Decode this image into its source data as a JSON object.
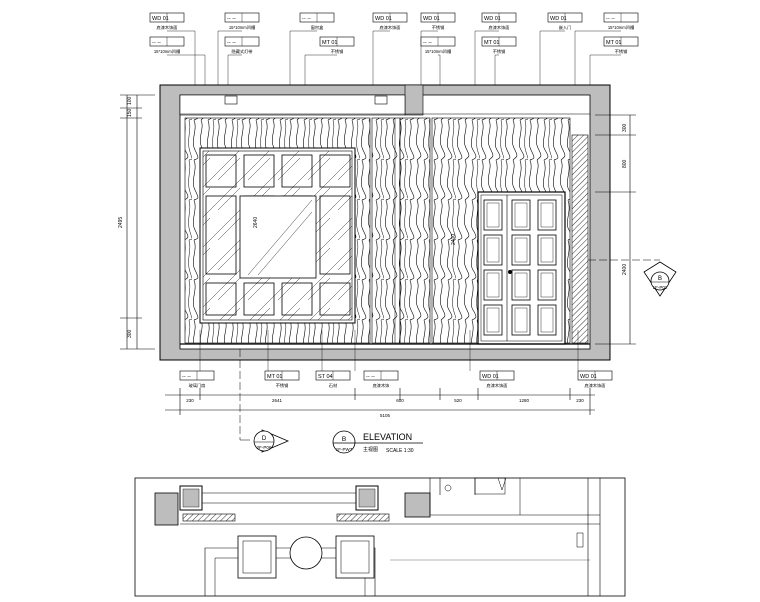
{
  "top_tags": [
    {
      "code": "WD 01",
      "desc": "底漆木饰面"
    },
    {
      "code": "-- --",
      "desc": "15*10mm凹槽"
    },
    {
      "code": "-- --",
      "desc": "15*10mm凹槽"
    },
    {
      "code": "-- --",
      "desc": "隐藏式灯带"
    },
    {
      "code": "-- --",
      "desc": "窗帘盒"
    },
    {
      "code": "MT 01",
      "desc": "不锈钢"
    },
    {
      "code": "WD 01",
      "desc": "底漆木饰面"
    },
    {
      "code": "WD 01",
      "desc": "不锈钢"
    },
    {
      "code": "-- --",
      "desc": "15*10mm凹槽"
    },
    {
      "code": "WD 01",
      "desc": "底漆木饰面"
    },
    {
      "code": "MT 01",
      "desc": "不锈钢"
    },
    {
      "code": "WD 01",
      "desc": "嵌入门"
    },
    {
      "code": "-- --",
      "desc": "15*10mm凹槽"
    },
    {
      "code": "MT 01",
      "desc": "不锈钢"
    }
  ],
  "bottom_tags": [
    {
      "code": "-- --",
      "desc": "玻璃门扇"
    },
    {
      "code": "MT 01",
      "desc": "不锈钢"
    },
    {
      "code": "ST 04",
      "desc": "石材"
    },
    {
      "code": "-- --",
      "desc": "底漆木饰"
    },
    {
      "code": "WD 01",
      "desc": "底漆木饰面"
    },
    {
      "code": "WD 01",
      "desc": "底漆木饰面"
    }
  ],
  "dimensions": {
    "horizontal": [
      "230",
      "2641",
      "600",
      "520",
      "1280",
      "230"
    ],
    "total": "5105",
    "vertical_left": [
      "100",
      "150",
      "2495",
      "300"
    ],
    "vertical_right": [
      "300",
      "800",
      "2400"
    ],
    "door_height": "2400",
    "mid_label": "2640"
  },
  "section_callout_right": {
    "letter": "B",
    "sheet": "1F-P02"
  },
  "section_callout_bottom": {
    "letter": "D",
    "sheet": "2F-P06"
  },
  "elevation_title": {
    "letter": "B",
    "sheet": "1F-PW7",
    "caption": "主视图",
    "title": "ELEVATION",
    "scale": "SCALE 1:30"
  }
}
